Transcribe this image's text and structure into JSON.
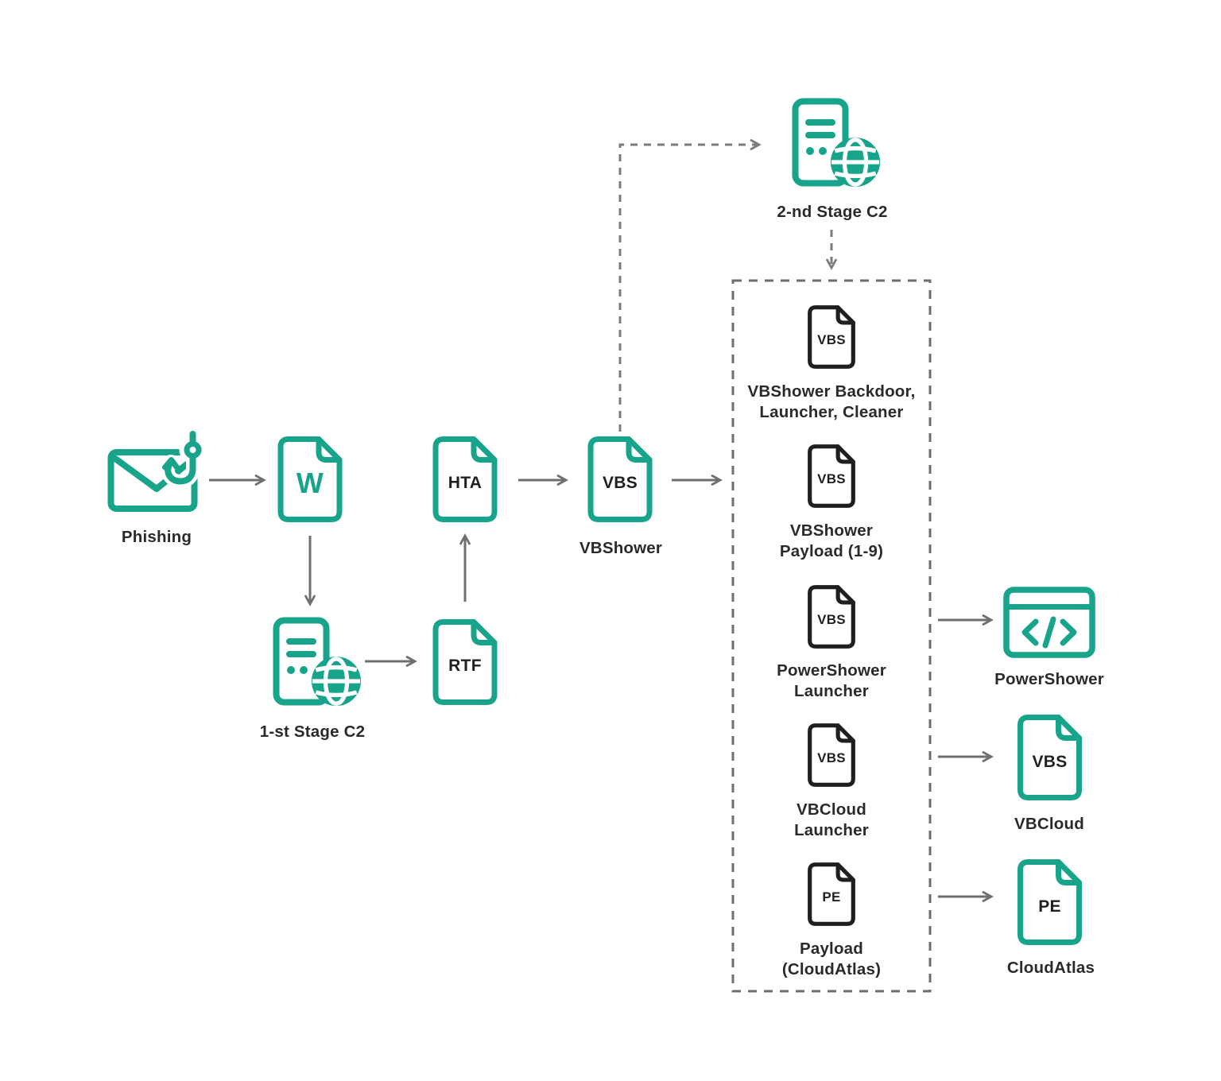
{
  "colors": {
    "accent": "#17A48A",
    "icon_ink": "#1F1F1F",
    "label_text": "#2A2A2A",
    "arrow": "#6F6F6F"
  },
  "flow": {
    "phishing": {
      "label": "Phishing"
    },
    "word_doc": {
      "letter": "W"
    },
    "stage1_c2": {
      "label": "1-st Stage C2"
    },
    "rtf": {
      "letter": "RTF"
    },
    "hta": {
      "letter": "HTA"
    },
    "vbshower": {
      "letter": "VBS",
      "label": "VBShower"
    },
    "stage2_c2": {
      "label": "2-nd Stage C2"
    }
  },
  "payload_group": {
    "items": [
      {
        "badge": "VBS",
        "label": "VBShower Backdoor,\nLauncher, Cleaner"
      },
      {
        "badge": "VBS",
        "label": "VBShower\nPayload (1-9)"
      },
      {
        "badge": "VBS",
        "label": "PowerShower\nLauncher"
      },
      {
        "badge": "VBS",
        "label": "VBCloud\nLauncher"
      },
      {
        "badge": "PE",
        "label": "Payload\n(CloudAtlas)"
      }
    ]
  },
  "outputs": {
    "powershower": {
      "label": "PowerShower"
    },
    "vbcloud": {
      "badge": "VBS",
      "label": "VBCloud"
    },
    "cloudatlas": {
      "badge": "PE",
      "label": "CloudAtlas"
    }
  }
}
